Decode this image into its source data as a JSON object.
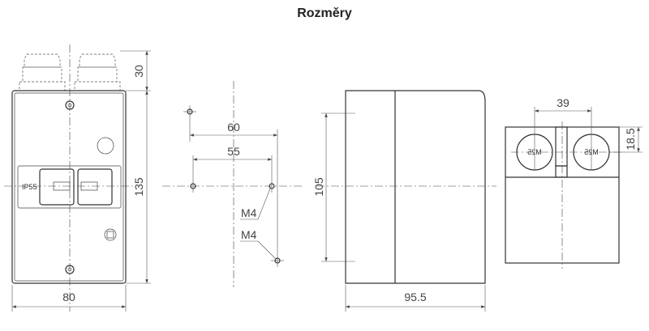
{
  "title": "Rozměry",
  "front_view": {
    "dim_width": "80",
    "dim_height": "135",
    "dim_gland": "30",
    "label_ip": "IP55"
  },
  "mounting_view": {
    "dim_60": "60",
    "dim_55": "55",
    "screw_label_1": "M4",
    "screw_label_2": "M4"
  },
  "side_view": {
    "dim_105": "105",
    "dim_depth": "95.5"
  },
  "bottom_view": {
    "dim_39": "39",
    "dim_18_5": "18.5",
    "gland_label_1": "M25",
    "gland_label_2": "M25"
  }
}
